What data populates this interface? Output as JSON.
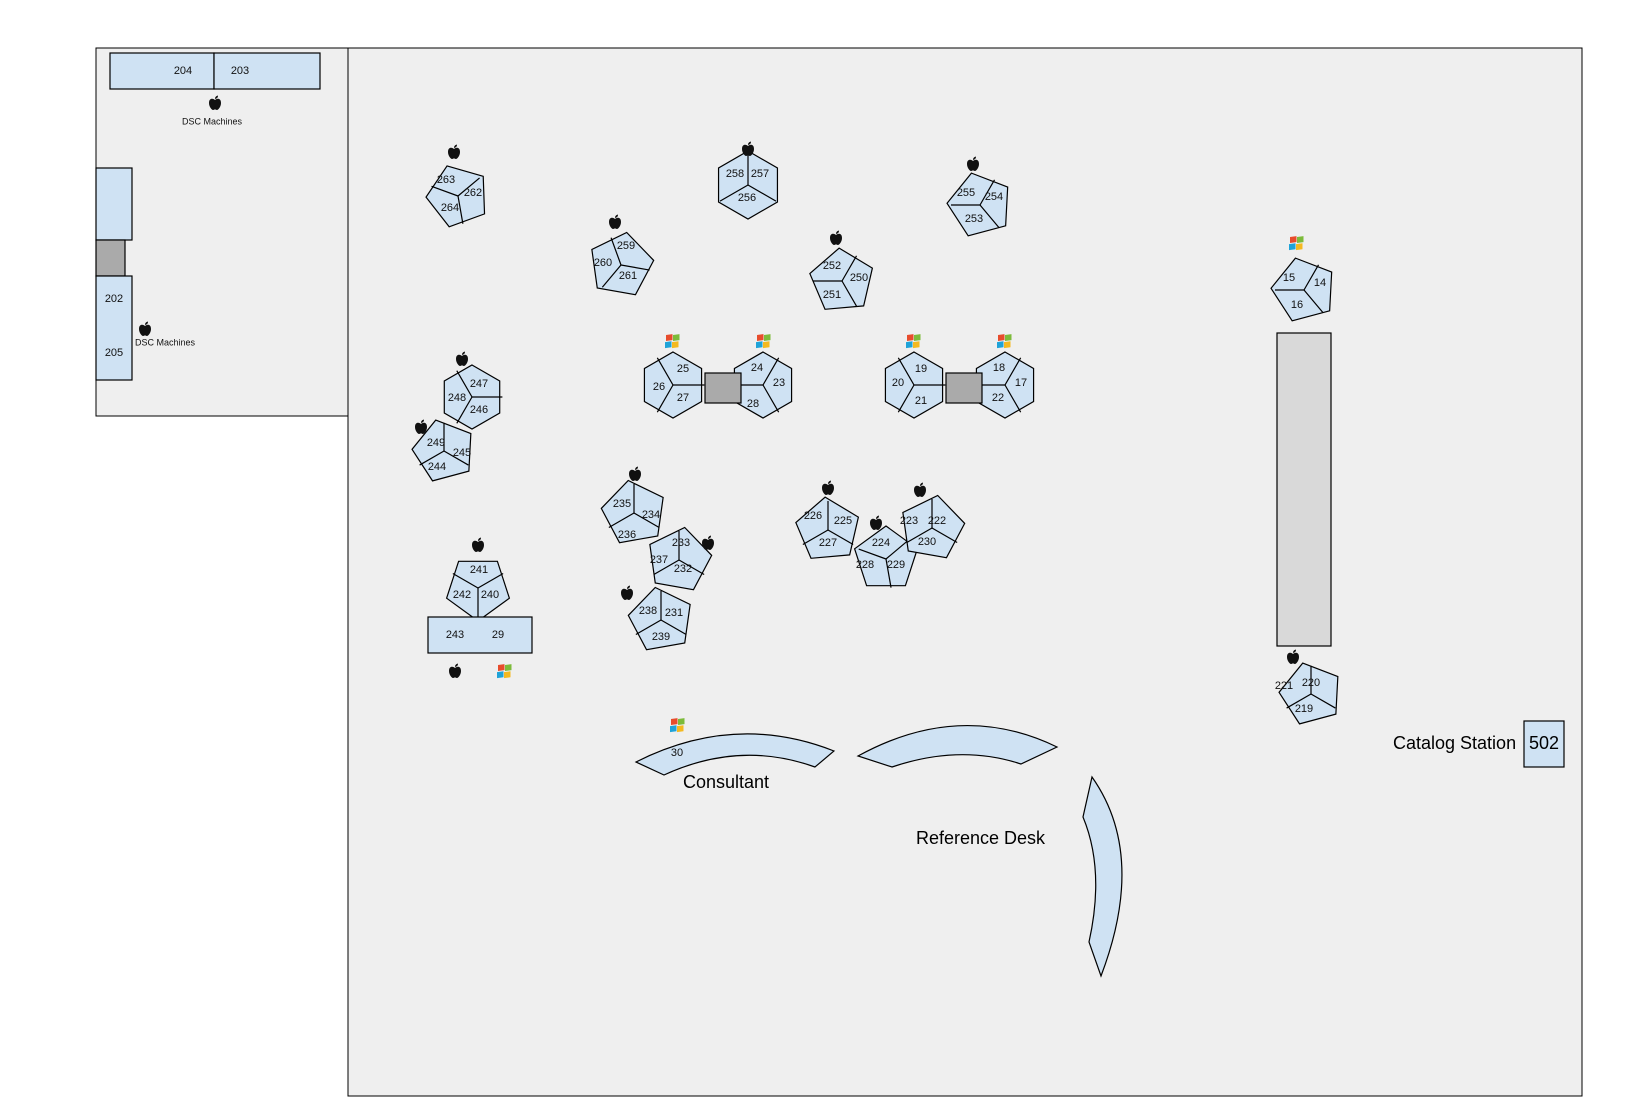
{
  "title_labels": {
    "dsc_top": "DSC Machines",
    "dsc_left": "DSC Machines",
    "consultant": "Consultant",
    "reference_desk": "Reference Desk",
    "catalog_station": "Catalog Station",
    "catalog_station_number": "502"
  },
  "colors": {
    "desk_fill": "#cfe2f3",
    "room_fill": "#efefef",
    "connector_fill": "#aaaaaa",
    "tall_table_fill": "#d9d9d9"
  },
  "side_room": {
    "top_bench": [
      "204",
      "203"
    ],
    "left_bench": [
      "202",
      "205"
    ]
  },
  "pods": [
    {
      "id": "pod-263",
      "os": "mac",
      "seats": [
        "263",
        "262",
        "264"
      ]
    },
    {
      "id": "pod-259",
      "os": "mac",
      "seats": [
        "259",
        "260",
        "261"
      ]
    },
    {
      "id": "pod-258",
      "os": "mac",
      "seats": [
        "258",
        "257",
        "256"
      ]
    },
    {
      "id": "pod-252",
      "os": "mac",
      "seats": [
        "252",
        "250",
        "251"
      ]
    },
    {
      "id": "pod-255",
      "os": "mac",
      "seats": [
        "255",
        "254",
        "253"
      ]
    },
    {
      "id": "pod-15",
      "os": "windows",
      "seats": [
        "15",
        "14",
        "16"
      ]
    },
    {
      "id": "pod-25",
      "os": "windows",
      "seats": [
        "25",
        "26",
        "27"
      ]
    },
    {
      "id": "pod-24",
      "os": "windows",
      "seats": [
        "24",
        "23",
        "28"
      ]
    },
    {
      "id": "pod-19",
      "os": "windows",
      "seats": [
        "19",
        "20",
        "21"
      ]
    },
    {
      "id": "pod-18",
      "os": "windows",
      "seats": [
        "18",
        "17",
        "22"
      ]
    },
    {
      "id": "pod-247",
      "os": "mac",
      "seats": [
        "247",
        "248",
        "246"
      ]
    },
    {
      "id": "pod-249",
      "os": "mac",
      "seats": [
        "249",
        "245",
        "244"
      ]
    },
    {
      "id": "pod-235",
      "os": "mac",
      "seats": [
        "235",
        "234",
        "236"
      ]
    },
    {
      "id": "pod-233",
      "os": "mac",
      "seats": [
        "233",
        "237",
        "232"
      ]
    },
    {
      "id": "pod-238",
      "os": "mac",
      "seats": [
        "238",
        "231",
        "239"
      ]
    },
    {
      "id": "pod-241",
      "os": "mac",
      "seats": [
        "241",
        "242",
        "240"
      ]
    },
    {
      "id": "pod-226",
      "os": "mac",
      "seats": [
        "226",
        "225",
        "227"
      ]
    },
    {
      "id": "pod-224",
      "os": "mac",
      "seats": [
        "224",
        "228",
        "229"
      ]
    },
    {
      "id": "pod-223",
      "os": "mac",
      "seats": [
        "223",
        "222",
        "230"
      ]
    },
    {
      "id": "pod-221",
      "os": "mac",
      "seats": [
        "221",
        "220",
        "219"
      ]
    }
  ],
  "bench_241": [
    "243",
    "29"
  ],
  "consultant_seat": "30"
}
